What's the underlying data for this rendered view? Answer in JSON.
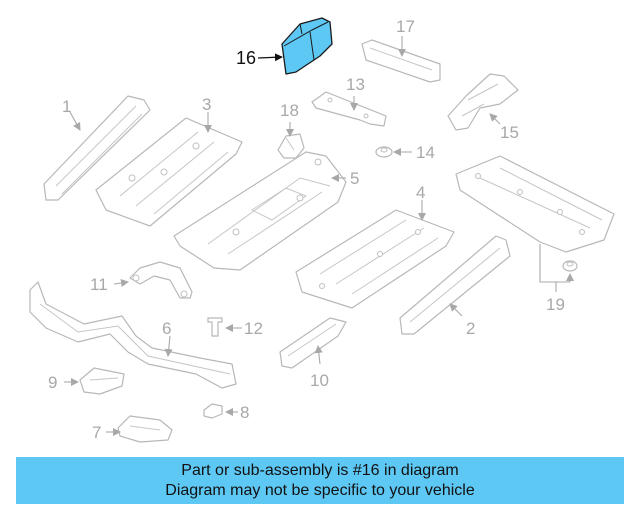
{
  "callouts": {
    "c1": "1",
    "c2": "2",
    "c3": "3",
    "c4": "4",
    "c5": "5",
    "c6": "6",
    "c7": "7",
    "c8": "8",
    "c9": "9",
    "c10": "10",
    "c11": "11",
    "c12": "12",
    "c13": "13",
    "c14": "14",
    "c15": "15",
    "c16": "16",
    "c17": "17",
    "c18": "18",
    "c19": "19"
  },
  "highlighted_part": "16",
  "colors": {
    "highlight_fill": "#5ec8f5",
    "banner_background": "#5ec8f5",
    "part_stroke": "#b8b8b8",
    "callout_text": "#a8a8a8"
  },
  "banner": {
    "line1": "Part or sub-assembly is #16 in diagram",
    "line2": "Diagram may not be specific to your vehicle"
  }
}
